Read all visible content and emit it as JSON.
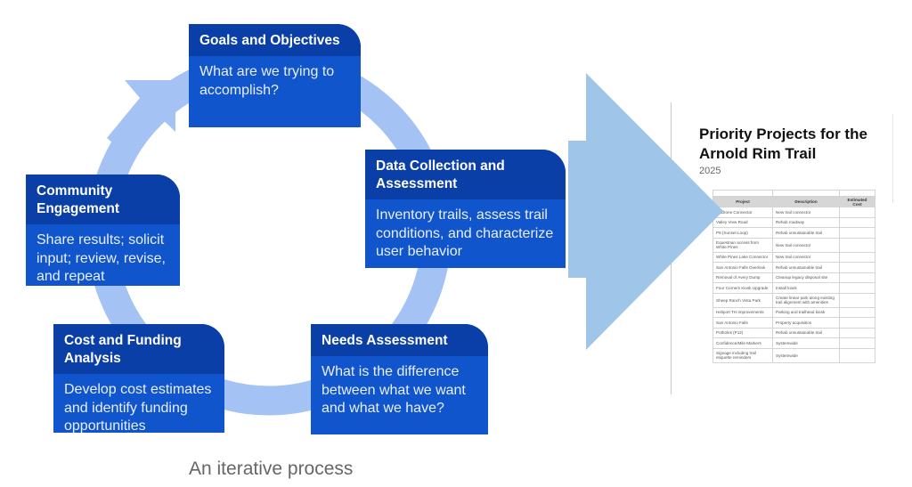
{
  "diagram": {
    "caption": "An iterative process",
    "colors": {
      "box_header": "#0b3fa8",
      "box_body": "#1155cc",
      "ring": "#a4c2f4",
      "big_arrow": "#9fc5e8"
    },
    "steps": [
      {
        "id": "goals",
        "title": "Goals and Objectives",
        "body": "What are we trying to accomplish?"
      },
      {
        "id": "data",
        "title": "Data Collection and Assessment",
        "body": "Inventory trails, assess trail conditions, and characterize user behavior"
      },
      {
        "id": "needs",
        "title": "Needs Assessment",
        "body": "What is the difference between what we want and what we have?"
      },
      {
        "id": "cost",
        "title": "Cost and Funding Analysis",
        "body": "Develop cost estimates and identify funding opportunities"
      },
      {
        "id": "community",
        "title": "Community Engagement",
        "body": "Share results; solicit input; review, revise, and repeat"
      }
    ]
  },
  "document": {
    "title": "Priority Projects for the Arnold Rim Trail",
    "year": "2025",
    "table": {
      "headers": [
        "Project",
        "Description",
        "Estimated Cost"
      ],
      "rows": [
        [
          "Madrone Connector",
          "New trail connector",
          ""
        ],
        [
          "Valley View Road",
          "Rehab roadway",
          ""
        ],
        [
          "P8 (Sunset Loop)",
          "Rehab unsustainable trail",
          ""
        ],
        [
          "Equestrian access from White Pines",
          "New trail connector",
          ""
        ],
        [
          "White Pines Lake Connector",
          "New trail connector",
          ""
        ],
        [
          "San Antonio Falls Overlook",
          "Rehab unsustainable trail",
          ""
        ],
        [
          "Removal of Avery Dump",
          "Cleanup legacy disposal site",
          ""
        ],
        [
          "Four Corners Kiosk Upgrade",
          "Install kiosk",
          ""
        ],
        [
          "Sheep Ranch Vista Park",
          "Create linear park along existing trail alignment with amenities",
          ""
        ],
        [
          "Heliport TH Improvements",
          "Parking and trailhead kiosk",
          ""
        ],
        [
          "San Antonio Falls",
          "Property acquisition",
          ""
        ],
        [
          "Potholes (P12)",
          "Rehab unsustainable trail",
          ""
        ],
        [
          "Confidence/Mile Markers",
          "Systemwide",
          ""
        ],
        [
          "Signage including trail etiquette reminders",
          "Systemwide",
          ""
        ]
      ]
    }
  }
}
